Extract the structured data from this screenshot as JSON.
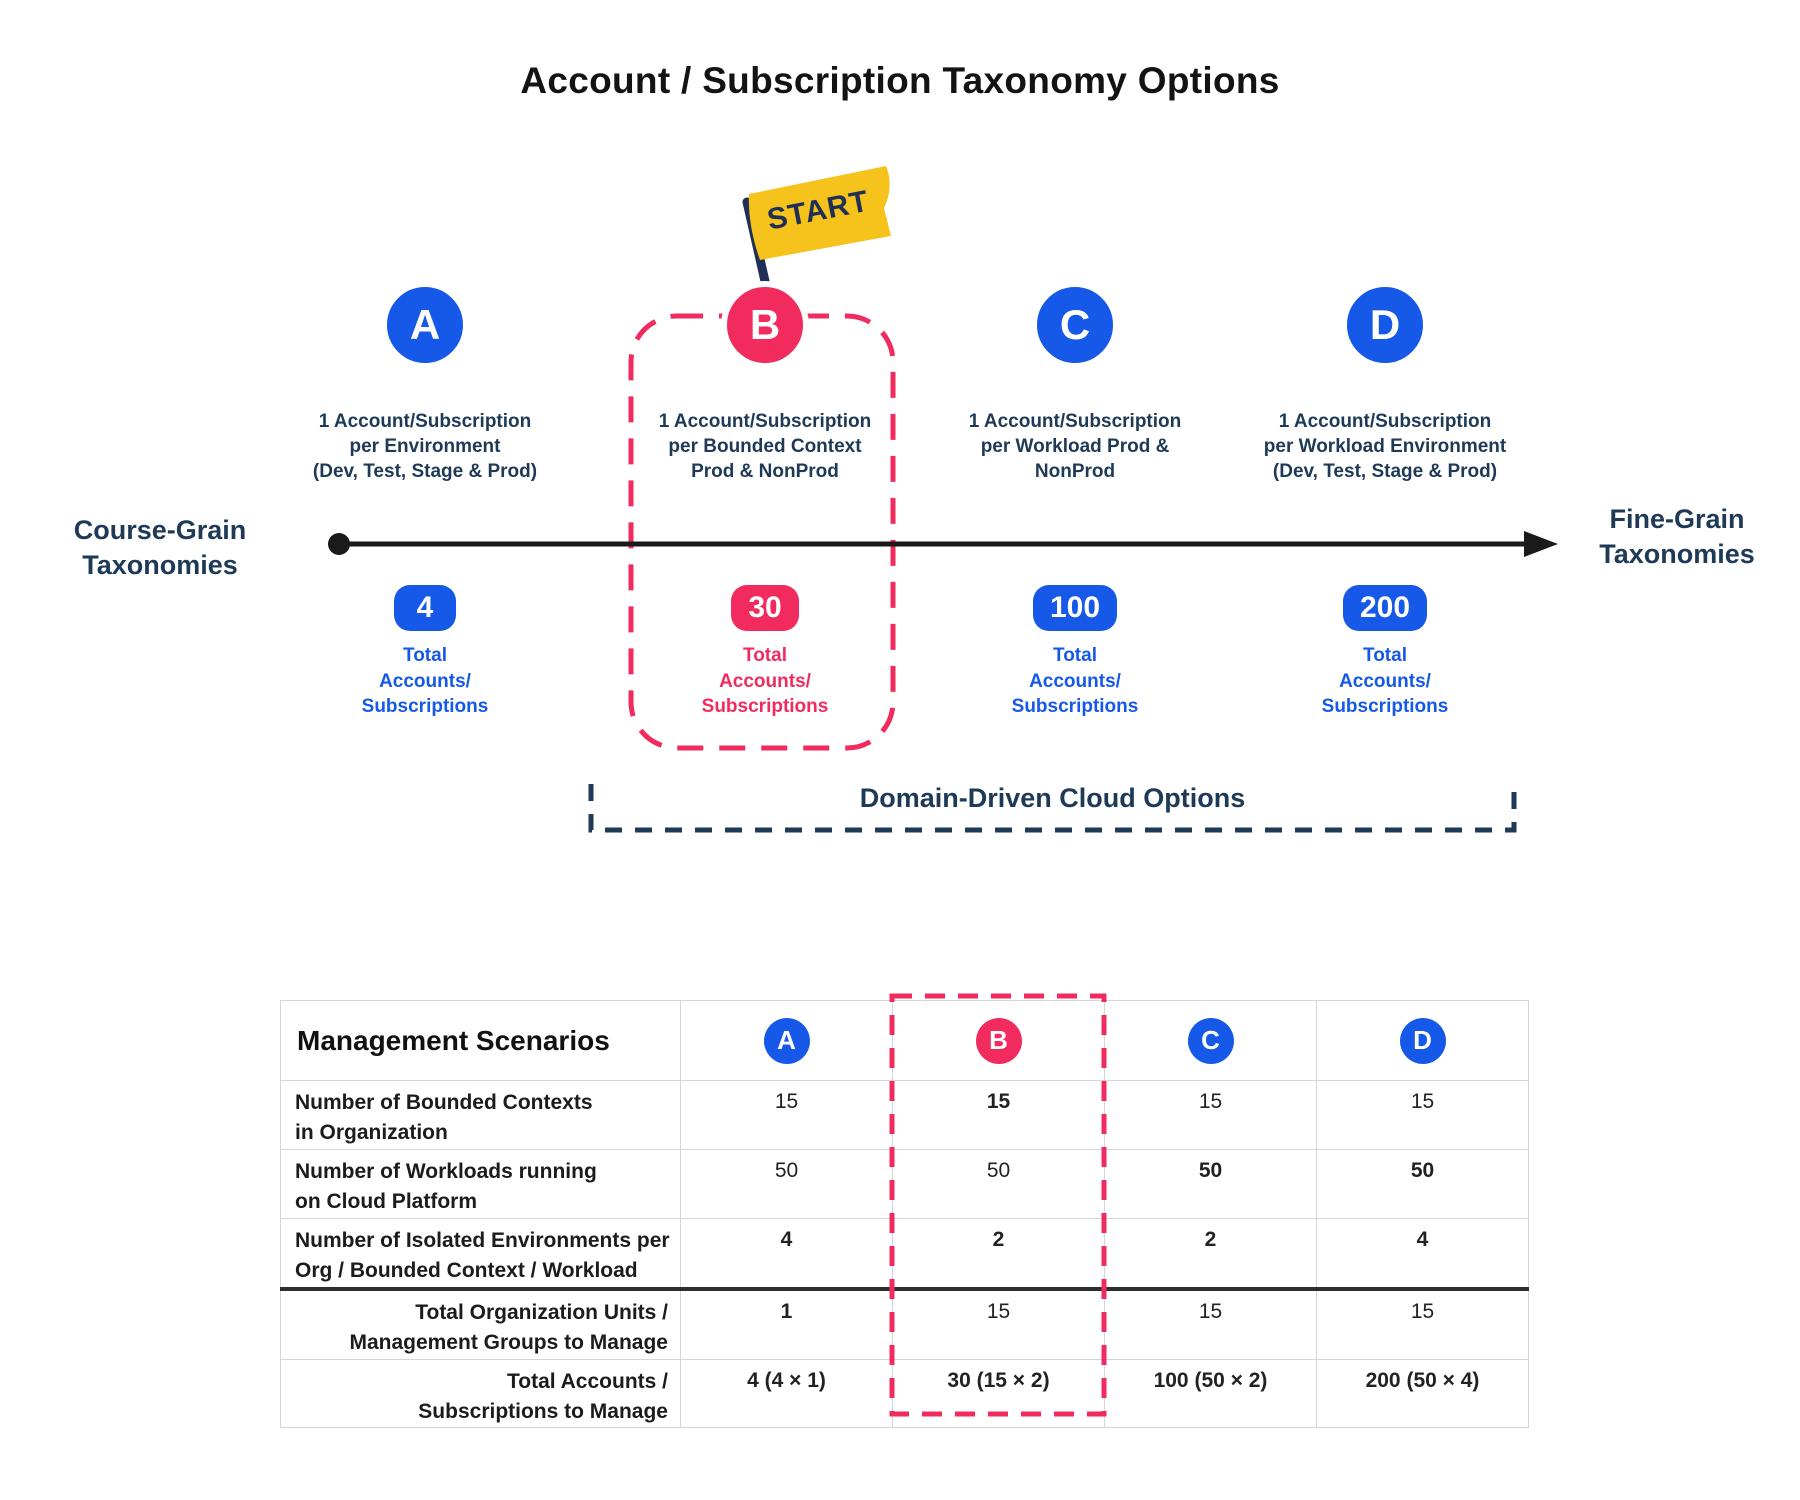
{
  "title": "Account / Subscription Taxonomy Options",
  "flag": {
    "label": "START"
  },
  "axis": {
    "left_label": "Course-Grain\nTaxonomies",
    "right_label": "Fine-Grain\nTaxonomies"
  },
  "colors": {
    "blue": "#1659e8",
    "pink": "#f22b5f",
    "navy": "#1e3a56",
    "flag_yellow": "#f6c31c"
  },
  "options": [
    {
      "letter": "A",
      "description": "1 Account/Subscription\nper Environment\n(Dev, Test, Stage & Prod)",
      "count": "4",
      "count_label": "Total\nAccounts/\nSubscriptions"
    },
    {
      "letter": "B",
      "description": "1 Account/Subscription\nper Bounded Context\nProd & NonProd",
      "count": "30",
      "count_label": "Total\nAccounts/\nSubscriptions"
    },
    {
      "letter": "C",
      "description": "1 Account/Subscription\nper Workload Prod &\nNonProd",
      "count": "100",
      "count_label": "Total\nAccounts/\nSubscriptions"
    },
    {
      "letter": "D",
      "description": "1 Account/Subscription\nper Workload Environment\n(Dev, Test, Stage & Prod)",
      "count": "200",
      "count_label": "Total\nAccounts/\nSubscriptions"
    }
  ],
  "bracket": {
    "label": "Domain-Driven Cloud Options"
  },
  "table": {
    "title": "Management Scenarios",
    "columns": [
      "A",
      "B",
      "C",
      "D"
    ],
    "rows": [
      {
        "label": "Number of Bounded Contexts\nin Organization",
        "values": [
          "15",
          "15",
          "15",
          "15"
        ]
      },
      {
        "label": "Number of Workloads running\non Cloud Platform",
        "values": [
          "50",
          "50",
          "50",
          "50"
        ]
      },
      {
        "label": "Number of Isolated Environments per\nOrg / Bounded Context / Workload",
        "values": [
          "4",
          "2",
          "2",
          "4"
        ]
      },
      {
        "label": "Total Organization Units /\nManagement Groups to Manage",
        "values": [
          "1",
          "15",
          "15",
          "15"
        ]
      },
      {
        "label": "Total Accounts /\nSubscriptions to Manage",
        "values": [
          "4 (4 × 1)",
          "30 (15 × 2)",
          "100 (50 × 2)",
          "200 (50 × 4)"
        ]
      }
    ]
  }
}
